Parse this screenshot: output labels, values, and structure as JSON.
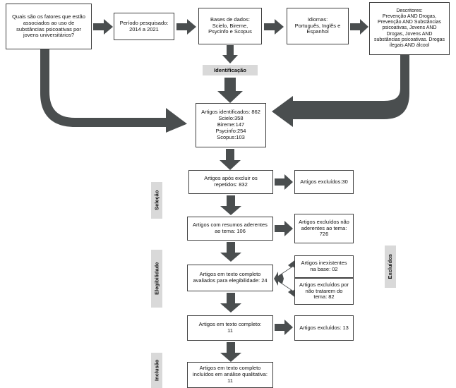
{
  "diagram": {
    "title": "Fluxograma PRISMA - revisao sobre uso de substancias psicoativas por jovens universitarios",
    "colors": {
      "arrow": "#4a4e4f",
      "box_border": "#3f3f3f",
      "stage_label_bg": "#d9d9d9",
      "text": "#111111",
      "background": "#ffffff"
    }
  },
  "criteria_row": {
    "question": "Quais são os fatores que estão associados ao uso de substâncias psicoativas por jovens universitários?",
    "period": "Período pesquisado:\n2014 a 2021",
    "databases": "Bases de dados:\nScielo, Bireme,\nPsycinfo e Scopus",
    "languages": "Idiomas:\nPortuguês, Inglês e\nEspanhol",
    "descriptors": "Descritores:\nPrevenção AND Drogas,\nPrevenção AND Substâncias\npsicoativas, Jovens AND\nDrogas, Jovens AND\nsubstâncias psicoativas. Drogas\nilegais AND álcool"
  },
  "stages": {
    "identification": "Identificação",
    "selection": "Seleção",
    "eligibility": "Elegibilidade",
    "inclusion": "Inclusão",
    "excluded": "Excluídos"
  },
  "flow": {
    "identified": "Artigos identificados: 862\nScielo:358\nBireme:147\nPsycinfo:254\nScopus:103",
    "after_duplicates": "Artigos após excluir os\nrepetidos: 832",
    "excluded_duplicates": "Artigos excluídos:30",
    "abstracts_adherent": "Artigos com resumos aderentes\nao tema: 106",
    "excluded_not_adherent": "Artigos excluídos não\naderentes ao tema:\n726",
    "full_text_eligibility": "Artigos em texto completo\navaliados para elegibilidade: 24",
    "excluded_not_in_base": "Artigos inexistentes\nna base: 02",
    "excluded_off_topic": "Artigos excluídos por\nnão tratarem do\ntema: 82",
    "full_text": "Artigos em texto completo:\n11",
    "excluded_full_text": "Artigos excluídos: 13",
    "included_qualitative": "Artigos em texto completo\nincluídos em análise qualitativa:\n11"
  },
  "counts": {
    "identified_total": 862,
    "scielo": 358,
    "bireme": 147,
    "psycinfo": 254,
    "scopus": 103,
    "after_duplicates": 832,
    "duplicates_removed": 30,
    "abstracts_adherent": 106,
    "not_adherent_removed": 726,
    "eligibility_assessed": 24,
    "not_in_base": 2,
    "off_topic": 82,
    "full_text": 11,
    "full_text_excluded": 13,
    "included": 11
  }
}
